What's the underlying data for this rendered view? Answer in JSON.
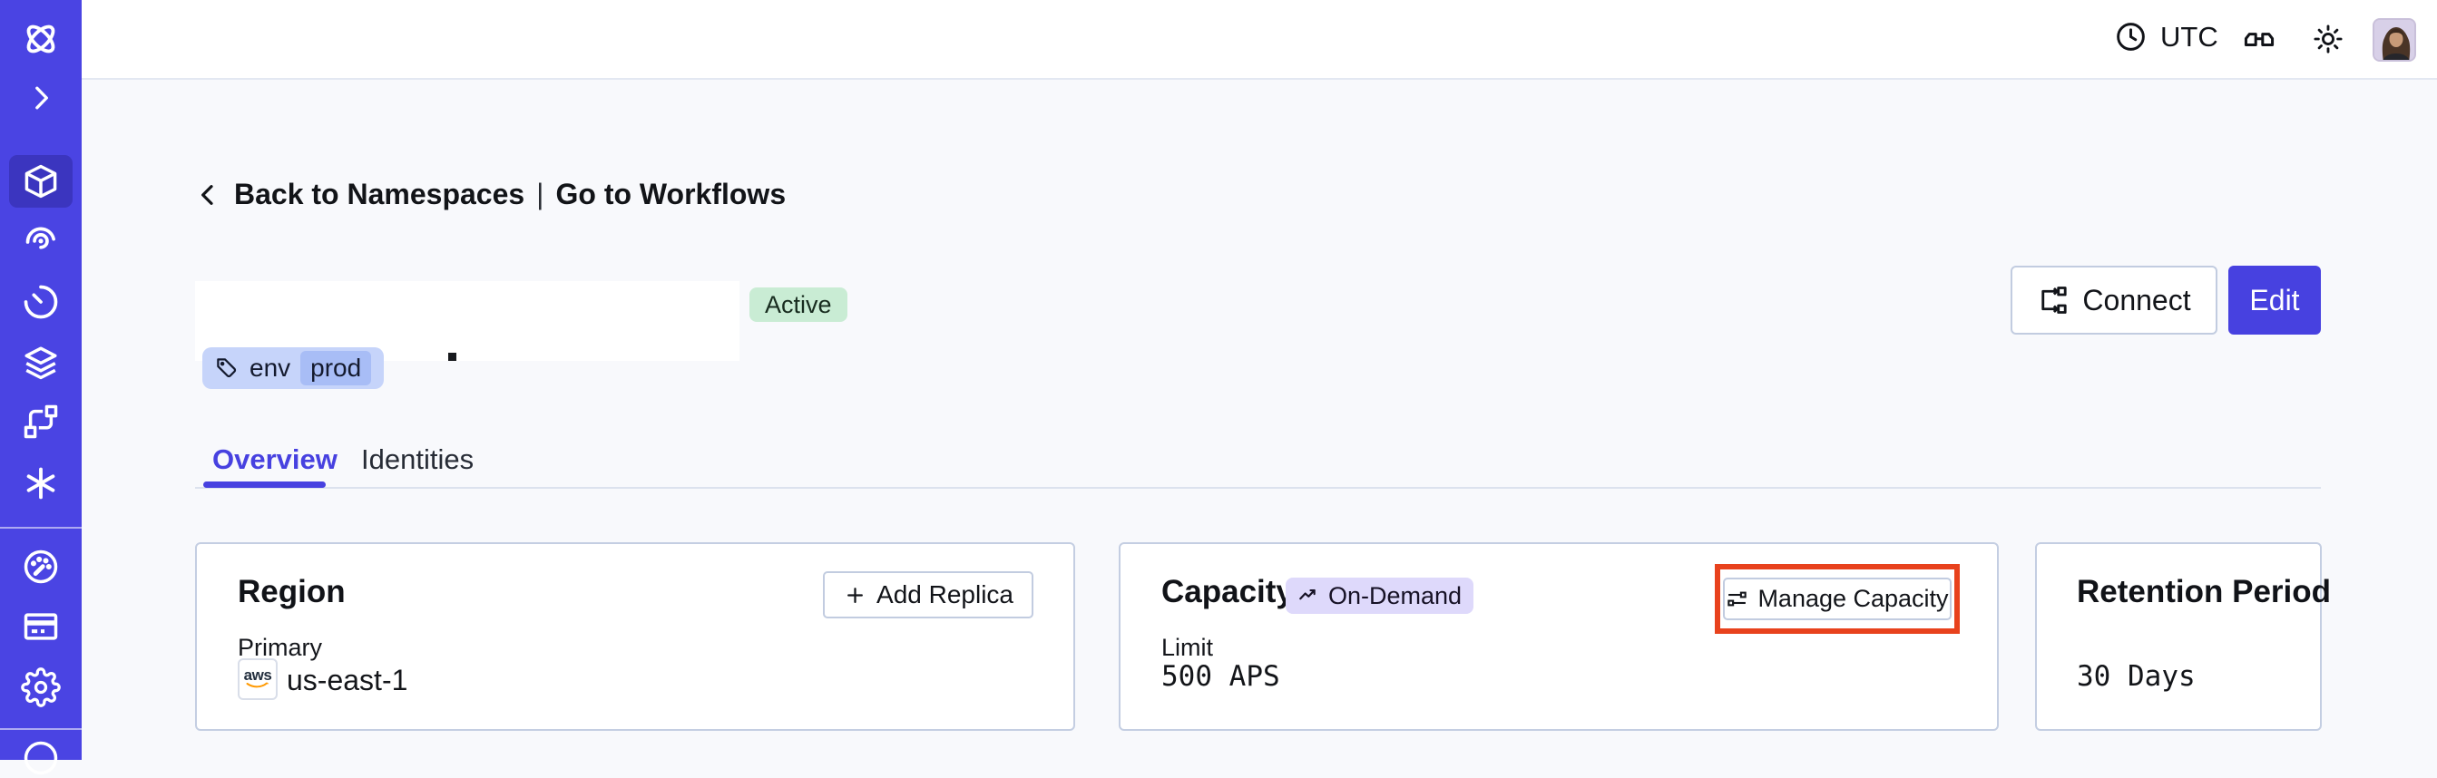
{
  "topbar": {
    "timezone": "UTC"
  },
  "breadcrumb": {
    "back": "Back to Namespaces",
    "separator": "|",
    "workflows": "Go to Workflows"
  },
  "namespace_header": {
    "status": "Active",
    "tag": {
      "key": "env",
      "value": "prod"
    },
    "connect": "Connect",
    "edit": "Edit"
  },
  "tabs": {
    "overview": "Overview",
    "identities": "Identities"
  },
  "cards": {
    "region": {
      "title": "Region",
      "add_replica": "Add Replica",
      "label": "Primary",
      "provider": "aws",
      "value": "us-east-1"
    },
    "capacity": {
      "title": "Capacity",
      "badge": "On-Demand",
      "manage": "Manage Capacity",
      "label": "Limit",
      "value": "500 APS"
    },
    "retention": {
      "title": "Retention Period",
      "value": "30 Days"
    }
  },
  "colors": {
    "sidebar": "#4a44e3",
    "sidebar_active": "#3b35bf",
    "accent": "#4741e0",
    "highlight_ring": "#e8421d",
    "status_active_bg": "#c9ecd4",
    "tag_bg": "#c6d4fa",
    "tag_value_bg": "#a8bdf6",
    "on_demand_bg": "#ded9fb",
    "aws_orange": "#ff9900"
  },
  "icons": {
    "sidebar": [
      "temporal-logo-icon",
      "chevron-right-icon",
      "namespaces-cube-icon",
      "workflows-spiral-icon",
      "schedules-clock-icon",
      "deployments-layers-icon",
      "batch-pipeline-icon",
      "nexus-asterisk-icon",
      "usage-gauge-icon",
      "billing-card-icon",
      "settings-gear-icon",
      "partial-circle-icon"
    ],
    "topbar": [
      "clock-icon",
      "glasses-icon",
      "sun-icon",
      "user-avatar"
    ],
    "inline": [
      "back-chevron-icon",
      "tag-icon",
      "connect-flow-icon",
      "plus-icon",
      "trend-up-icon",
      "sliders-icon",
      "aws-logo"
    ]
  }
}
